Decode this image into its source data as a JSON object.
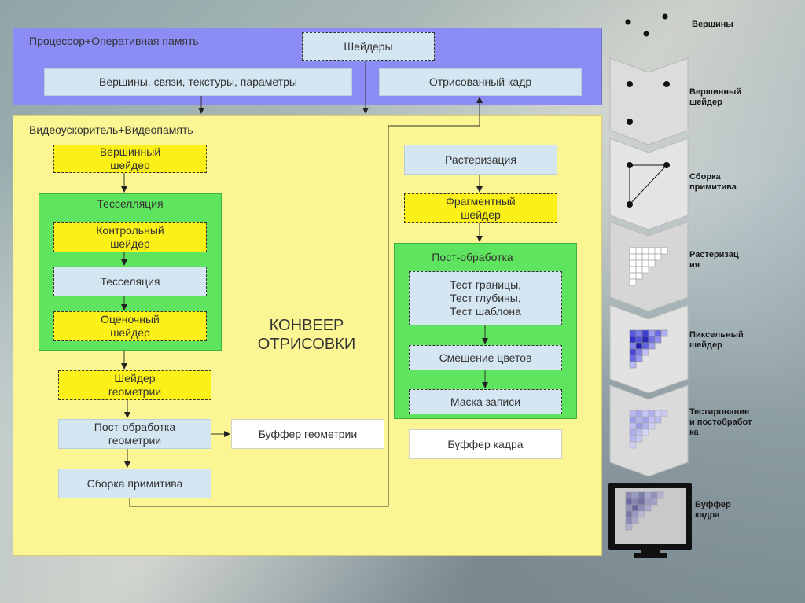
{
  "regions": {
    "cpu_label": "Процессор+Оперативная память",
    "gpu_label": "Видеоускоритель+Видеопамять"
  },
  "cpu": {
    "shaders": "Шейдеры",
    "vertices": "Вершины, связи, текстуры, параметры",
    "rendered": "Отрисованный кадр"
  },
  "pipeline": {
    "vertex_shader": "Вершинный шейдер",
    "tessellation_group": "Тесселляция",
    "control_shader": "Контрольный шейдер",
    "tessellation": "Тесселяция",
    "evaluation_shader": "Оценочный шейдер",
    "geometry_shader": "Шейдер геометрии",
    "geometry_post": "Пост-обработка геометрии",
    "geometry_buffer": "Буффер геометрии",
    "primitive_assembly": "Сборка примитива",
    "title": "КОНВЕЕР ОТРИСОВКИ",
    "rasterization": "Растеризация",
    "fragment_shader": "Фрагментный шейдер",
    "post_group": "Пост-обработка",
    "tests": "Тест границы, Тест глубины, Тест шаблона",
    "blending": "Смешение цветов",
    "write_mask": "Маска записи",
    "frame_buffer": "Буффер кадра"
  },
  "side": {
    "vertices": "Вершины",
    "vertex_shader": "Вершинный шейдер",
    "primitive_assembly": "Сборка примитива",
    "rasterization": "Растеризация",
    "pixel_shader": "Пиксельный шейдер",
    "testing": "Тестирование и постобработка",
    "frame_buffer": "Буффер кадра"
  },
  "colors": {
    "cpu_region": "#8c8cf5",
    "gpu_region": "#fbf693",
    "shader_yellow": "#fbf017",
    "group_green": "#5ee45e",
    "stage_blue": "#d4e6f2",
    "pixel_blue": "#3333cc"
  }
}
